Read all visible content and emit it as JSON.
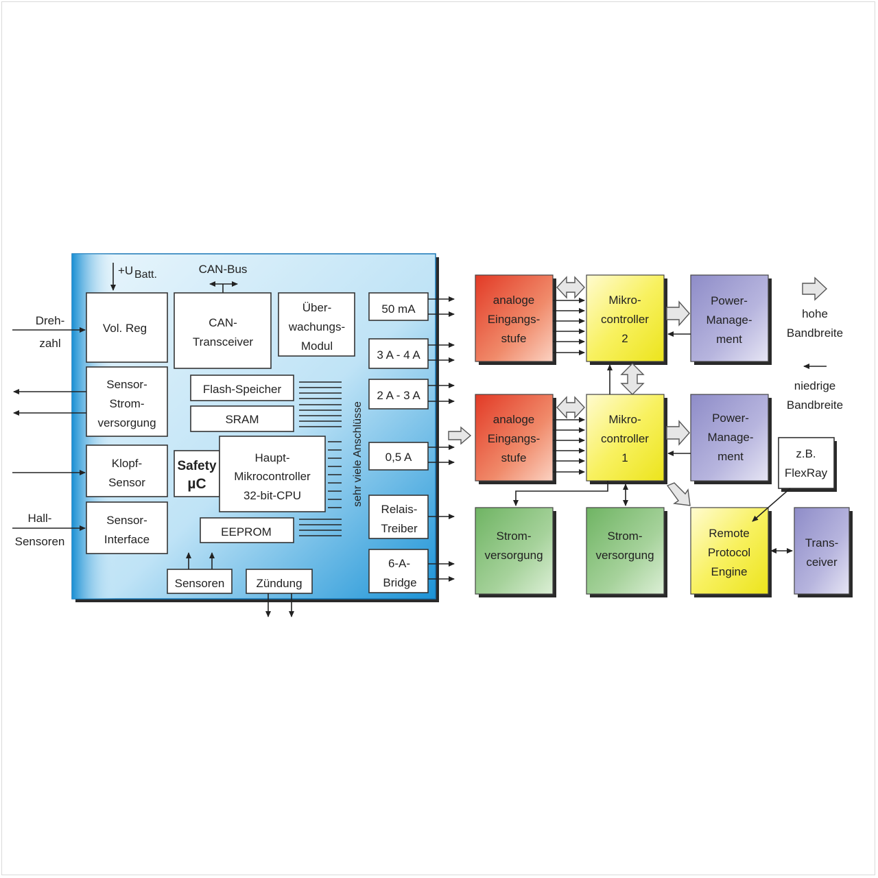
{
  "diagram": {
    "left_block": {
      "supply": "+U",
      "supply_sub": "Batt.",
      "can_bus": "CAN-Bus",
      "vol_reg": "Vol. Reg",
      "can_transceiver": [
        "CAN-",
        "Transceiver"
      ],
      "monitor": [
        "Über-",
        "wachungs-",
        "Modul"
      ],
      "sensor_power": [
        "Sensor-",
        "Strom-",
        "versorgung"
      ],
      "knock": [
        "Klopf-",
        "Sensor"
      ],
      "sensor_interface": [
        "Sensor-",
        "Interface"
      ],
      "flash": "Flash-Speicher",
      "sram": "SRAM",
      "safety": [
        "Safety",
        "µC"
      ],
      "main_mcu": [
        "Haupt-",
        "Mikrocontroller",
        "32-bit-CPU"
      ],
      "eeprom": "EEPROM",
      "sensors": "Sensoren",
      "ignition": "Zündung",
      "many_pins": "sehr viele Anschlüsse",
      "outputs": [
        "50 mA",
        "3 A - 4 A",
        "2 A - 3 A",
        "0,5 A",
        [
          "Relais-",
          "Treiber"
        ],
        [
          "6-A-",
          "Bridge"
        ]
      ]
    },
    "external_inputs": {
      "rpm": [
        "Dreh-",
        "zahl"
      ],
      "hall": [
        "Hall-",
        "Sensoren"
      ]
    },
    "right_block": {
      "analog_stage_2": [
        "analoge",
        "Eingangs-",
        "stufe"
      ],
      "analog_stage_1": [
        "analoge",
        "Eingangs-",
        "stufe"
      ],
      "mcu_2": [
        "Mikro-",
        "controller",
        "2"
      ],
      "mcu_1": [
        "Mikro-",
        "controller",
        "1"
      ],
      "power_mgmt_2": [
        "Power-",
        "Manage-",
        "ment"
      ],
      "power_mgmt_1": [
        "Power-",
        "Manage-",
        "ment"
      ],
      "power_supply_a": [
        "Strom-",
        "versorgung"
      ],
      "power_supply_b": [
        "Strom-",
        "versorgung"
      ],
      "remote_engine": [
        "Remote",
        "Protocol",
        "Engine"
      ],
      "transceiver": [
        "Trans-",
        "ceiver"
      ],
      "flexray_note": [
        "z.B.",
        "FlexRay"
      ]
    },
    "legend": {
      "high_bw": [
        "hohe",
        "Bandbreite"
      ],
      "low_bw": [
        "niedrige",
        "Bandbreite"
      ]
    },
    "colors": {
      "blue_top": "#1c93d6",
      "blue_light": "#d8eef9",
      "red_top": "#e2402a",
      "red_bottom": "#f7b8a0",
      "yellow": "#f5ee3a",
      "purple": "#9a98cf",
      "green": "#86c07a"
    }
  }
}
